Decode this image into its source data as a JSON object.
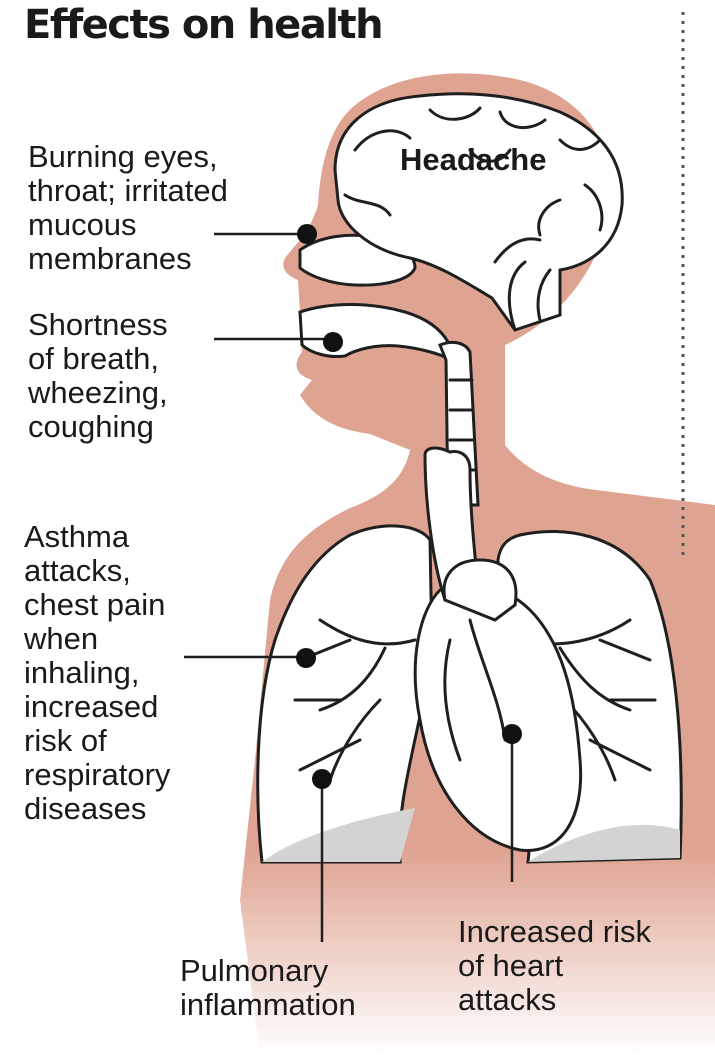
{
  "title": "Effects on health",
  "colors": {
    "skin": "#dfa391",
    "outline": "#1f1f1f",
    "organ_fill": "#ffffff",
    "lung_shadow": "#d3d3d3",
    "callout_dot": "#111111"
  },
  "labels": {
    "headache": "Headache",
    "eyes_throat": "Burning eyes,\nthroat; irritated\nmucous\nmembranes",
    "breath": "Shortness\nof breath,\nwheezing,\ncoughing",
    "asthma": "Asthma\nattacks,\nchest pain\nwhen\ninhaling,\nincreased\nrisk of\nrespiratory\ndiseases",
    "pulmonary": "Pulmonary\ninflammation",
    "heart": "Increased risk\nof heart\nattacks"
  }
}
